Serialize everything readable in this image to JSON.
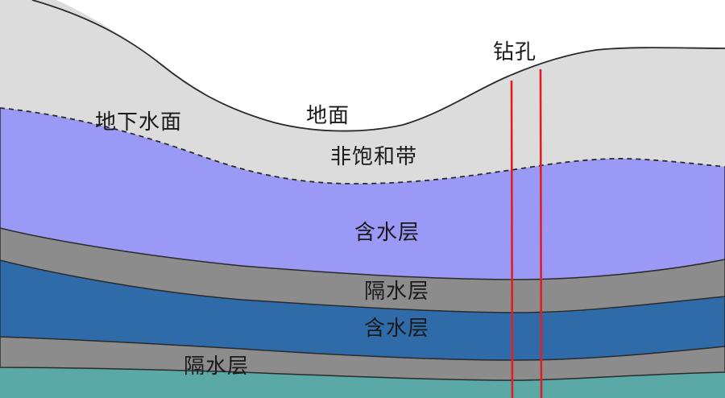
{
  "labels": {
    "borehole": "钻孔",
    "ground_surface": "地面",
    "water_table": "地下水面",
    "unsaturated_zone": "非饱和带",
    "aquifer_1": "含水层",
    "aquitard_1": "隔水层",
    "aquifer_2": "含水层",
    "aquitard_2": "隔水层"
  },
  "colors": {
    "sky": "#ffffff",
    "unsaturated_zone": "#dcdcdc",
    "aquifer_1": "#9a99f5",
    "aquitard": "#8c8c8c",
    "aquifer_2": "#2e6ba8",
    "bottom_layer": "#5aa9a6",
    "boundary_line": "#2a2a2a",
    "borehole": "#e02020"
  }
}
